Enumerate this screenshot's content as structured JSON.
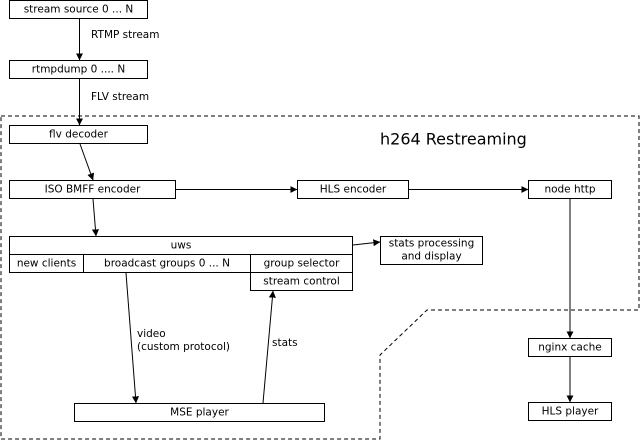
{
  "diagram": {
    "title": "h264 Restreaming",
    "nodes": {
      "stream_source": "stream source 0 ... N",
      "rtmpdump": "rtmpdump 0 .... N",
      "flv_decoder": "flv decoder",
      "iso_bmff_encoder": "ISO BMFF encoder",
      "hls_encoder": "HLS encoder",
      "node_http": "node http",
      "uws": "uws",
      "new_clients": "new clients",
      "broadcast_groups": "broadcast groups 0 ... N",
      "group_selector": "group selector",
      "stream_control": "stream control",
      "stats_processing_line1": "stats processing",
      "stats_processing_line2": "and display",
      "nginx_cache": "nginx cache",
      "hls_player": "HLS player",
      "mse_player": "MSE player"
    },
    "edges": {
      "rtmp_stream": "RTMP stream",
      "flv_stream": "FLV stream",
      "video_line1": "video",
      "video_line2": "(custom protocol)",
      "stats": "stats"
    }
  }
}
